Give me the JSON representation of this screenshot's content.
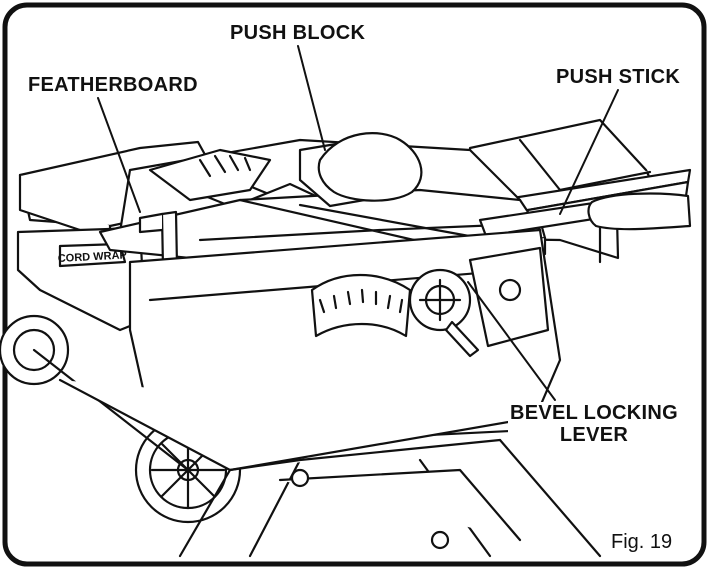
{
  "labels": {
    "push_block": "PUSH BLOCK",
    "featherboard": "FEATHERBOARD",
    "push_stick": "PUSH STICK",
    "bevel_locking_lever_line1": "BEVEL LOCKING",
    "bevel_locking_lever_line2": "LEVER",
    "cord_wrap": "CORD WRAP"
  },
  "figure_number": "Fig. 19"
}
